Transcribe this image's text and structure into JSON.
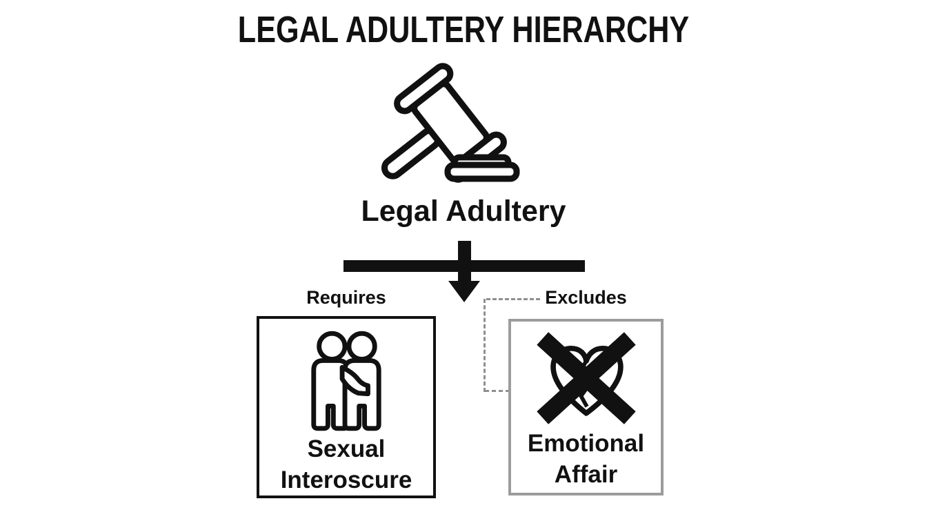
{
  "diagram": {
    "title": "LEGAL ADULTERY HIERARCHY",
    "root": {
      "label": "Legal Adultery",
      "icon": "gavel-icon"
    },
    "branches": {
      "requires": {
        "relation": "Requires",
        "icon": "two-people-icon",
        "label_line1": "Sexual",
        "label_line2": "Interoscure",
        "border_color": "#111111",
        "connector_style": "solid"
      },
      "excludes": {
        "relation": "Excludes",
        "icon": "crossed-broken-heart-icon",
        "label_line1": "Emotional",
        "label_line2": "Affair",
        "border_color": "#9c9c9c",
        "connector_style": "dashed"
      }
    },
    "colors": {
      "ink": "#111111",
      "background": "#ffffff",
      "excluded_box_border": "#9c9c9c",
      "dashed_connector": "#8f8f8f"
    }
  }
}
